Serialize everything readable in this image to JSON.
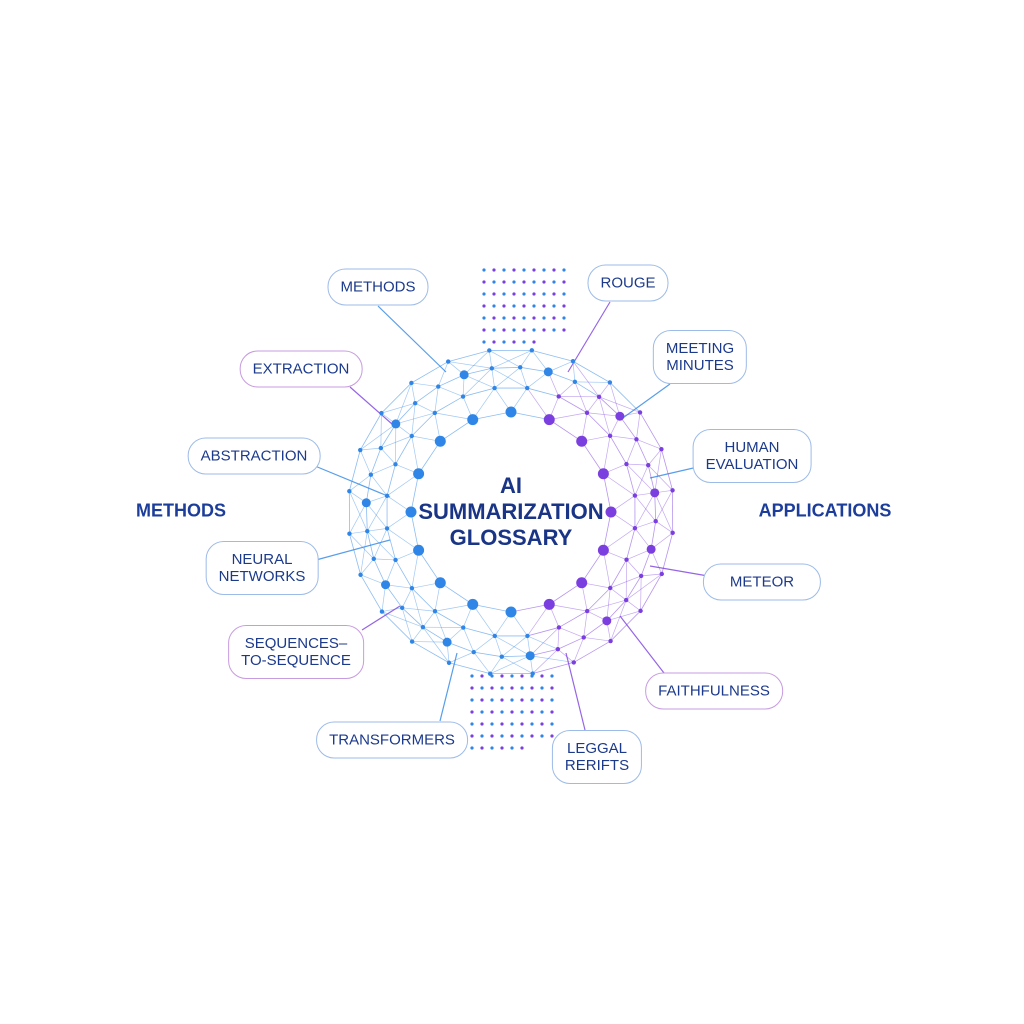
{
  "title": {
    "line1": "AI",
    "line2": "SUMMARIZATION",
    "line3": "GLOSSARY"
  },
  "side_labels": {
    "left": "METHODS",
    "right": "APPLICATIONS"
  },
  "terms": [
    {
      "label": "METHODS",
      "color": "blue"
    },
    {
      "label": "ROUGE",
      "color": "blue"
    },
    {
      "label": "MEETING\nMINUTES",
      "color": "blue"
    },
    {
      "label": "EXTRACTION",
      "color": "purple"
    },
    {
      "label": "ABSTRACTION",
      "color": "blue"
    },
    {
      "label": "HUMAN\nEVALUATION",
      "color": "blue"
    },
    {
      "label": "NEURAL\nNETWORKS",
      "color": "blue"
    },
    {
      "label": "METEOR",
      "color": "blue"
    },
    {
      "label": "SEQUENCES–\nTO-SEQUENCE",
      "color": "purple"
    },
    {
      "label": "FAITHFULNESS",
      "color": "purple"
    },
    {
      "label": "TRANSFORMERS",
      "color": "blue"
    },
    {
      "label": "LEGGAL\nRERIFTS",
      "color": "blue"
    }
  ],
  "colors": {
    "blue": "#2f86e6",
    "purple": "#7b3fe0",
    "text": "#1c3a8c"
  }
}
